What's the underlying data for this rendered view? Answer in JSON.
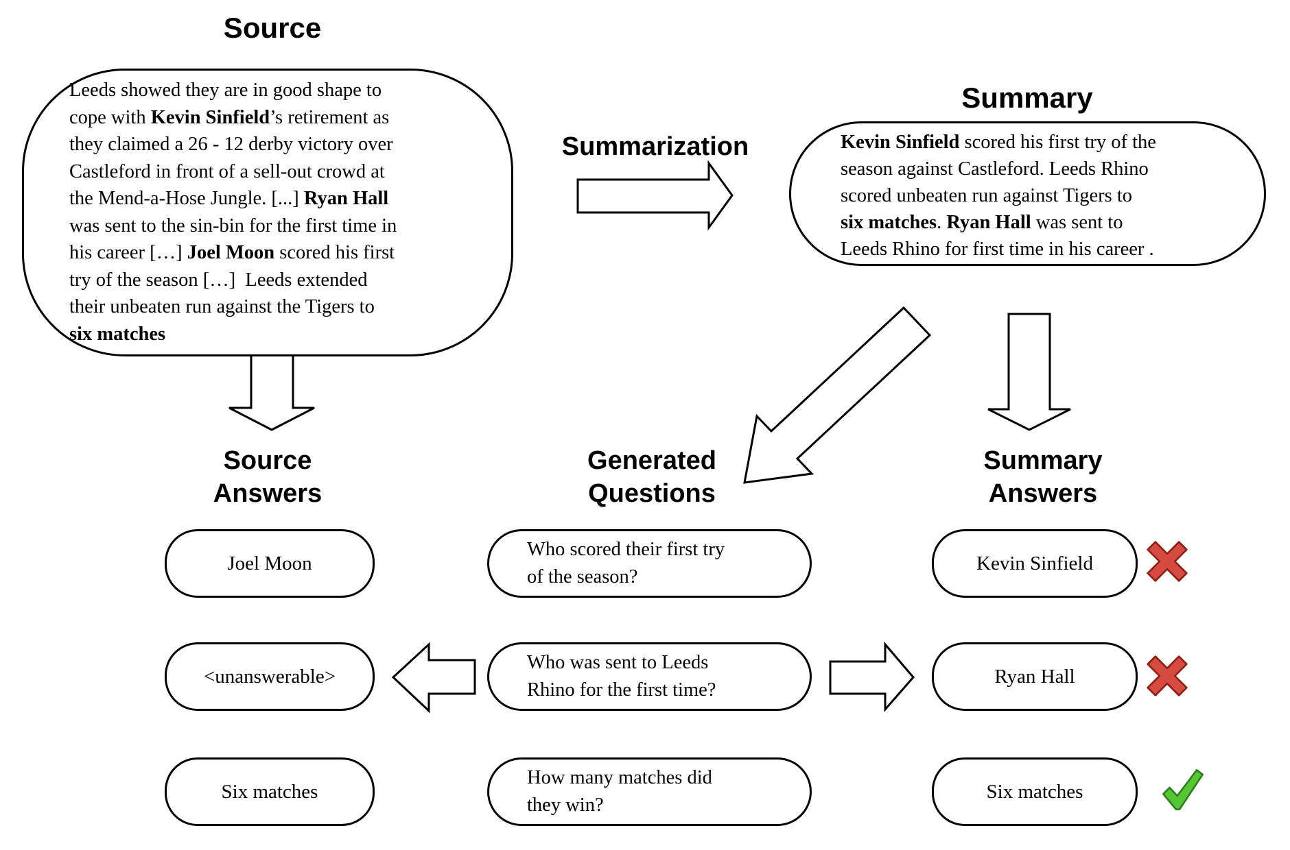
{
  "source": {
    "title": "Source",
    "lines": [
      [
        {
          "t": "Leeds showed they are in good shape to"
        }
      ],
      [
        {
          "t": "cope with "
        },
        {
          "t": "Kevin Sinfield",
          "b": true
        },
        {
          "t": "’s retirement as"
        }
      ],
      [
        {
          "t": "they claimed a 26 - 12 derby victory over"
        }
      ],
      [
        {
          "t": "Castleford in front of a sell-out crowd at"
        }
      ],
      [
        {
          "t": "the Mend-a-Hose Jungle. [...] "
        },
        {
          "t": "Ryan Hall",
          "b": true
        }
      ],
      [
        {
          "t": "was sent to the sin-bin for the first time in"
        }
      ],
      [
        {
          "t": "his career […] "
        },
        {
          "t": "Joel Moon",
          "b": true
        },
        {
          "t": " scored his first"
        }
      ],
      [
        {
          "t": "try of the season […]  Leeds extended"
        }
      ],
      [
        {
          "t": "their unbeaten run against the Tigers to"
        }
      ],
      [
        {
          "t": "six matches",
          "b": true
        }
      ]
    ]
  },
  "summarization": {
    "label": "Summarization"
  },
  "summary": {
    "title": "Summary",
    "lines": [
      [
        {
          "t": "Kevin Sinfield",
          "b": true
        },
        {
          "t": " scored his first try of the"
        }
      ],
      [
        {
          "t": "season against Castleford. Leeds Rhino"
        }
      ],
      [
        {
          "t": "scored unbeaten run against Tigers to"
        }
      ],
      [
        {
          "t": "six matches",
          "b": true
        },
        {
          "t": ". "
        },
        {
          "t": "Ryan Hall",
          "b": true
        },
        {
          "t": " was sent to"
        }
      ],
      [
        {
          "t": "Leeds Rhino for first time in his career ."
        }
      ]
    ]
  },
  "columns": {
    "source_answers": {
      "header": "Source\nAnswers",
      "items": [
        "Joel Moon",
        "<unanswerable>",
        "Six matches"
      ]
    },
    "generated_questions": {
      "header": "Generated\nQuestions",
      "items": [
        "Who scored their first try\nof the season?",
        "Who was sent to Leeds\nRhino for the first time?",
        "How many matches did\nthey win?"
      ]
    },
    "summary_answers": {
      "header": "Summary\nAnswers",
      "items": [
        "Kevin Sinfield",
        "Ryan Hall",
        "Six matches"
      ],
      "verdicts": [
        "incorrect",
        "incorrect",
        "correct"
      ]
    }
  },
  "icons": {
    "cross": "red-cross-mark",
    "check": "green-check-mark"
  },
  "colors": {
    "line": "#000000",
    "cross_fill": "#d64b3f",
    "cross_edge": "#8e1f14",
    "check_fill": "#55c636",
    "check_edge": "#2f7d1c"
  }
}
